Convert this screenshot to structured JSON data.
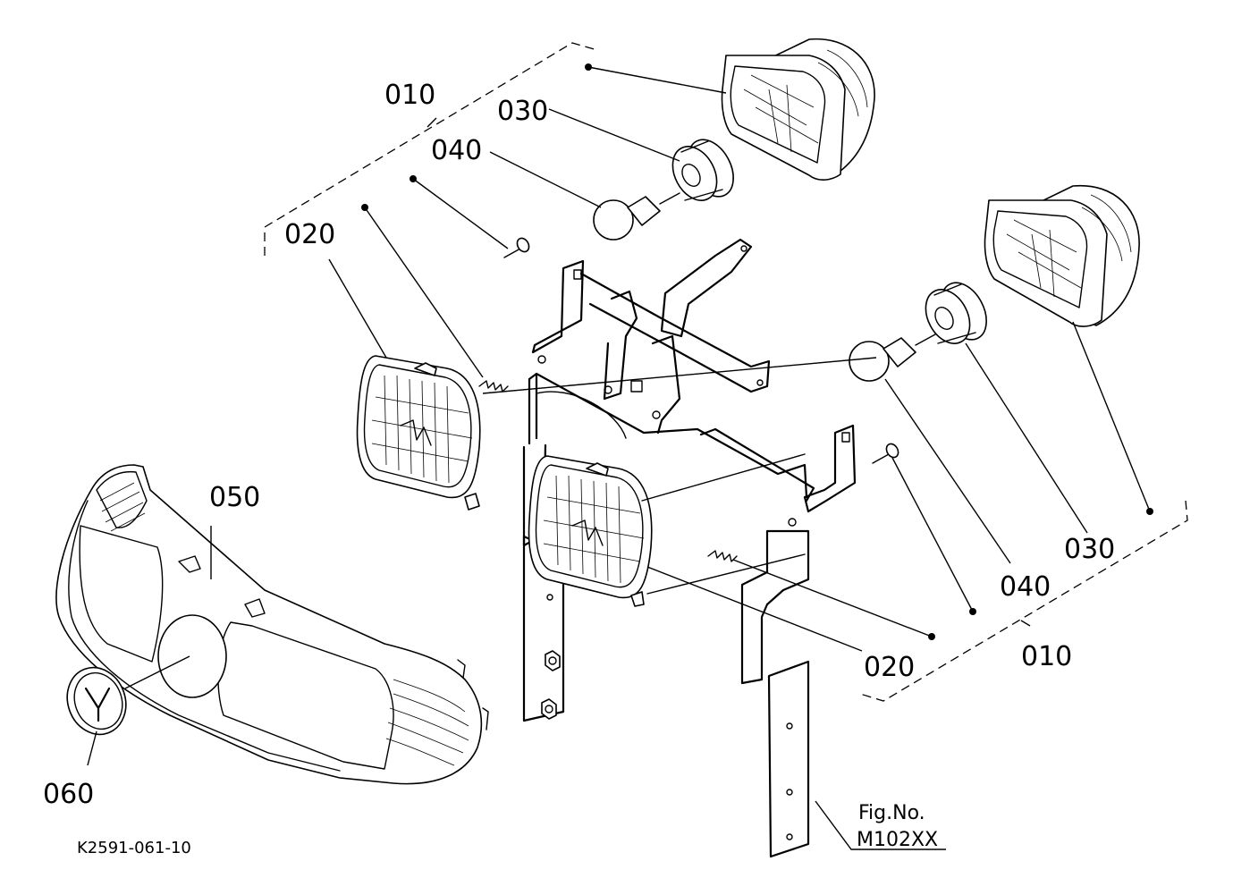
{
  "labels": {
    "set_010_top": "010",
    "set_010_bottom": "010",
    "reflector_030_top": "030",
    "reflector_030_bottom": "030",
    "bulb_040_top": "040",
    "bulb_040_bottom": "040",
    "lens_020_left": "020",
    "lens_020_right": "020",
    "grille_050": "050",
    "emblem_060": "060"
  },
  "figure": {
    "fig_no_label": "Fig.No.",
    "fig_no_value": "M102XX",
    "drawing_code": "K2591-061-10"
  }
}
